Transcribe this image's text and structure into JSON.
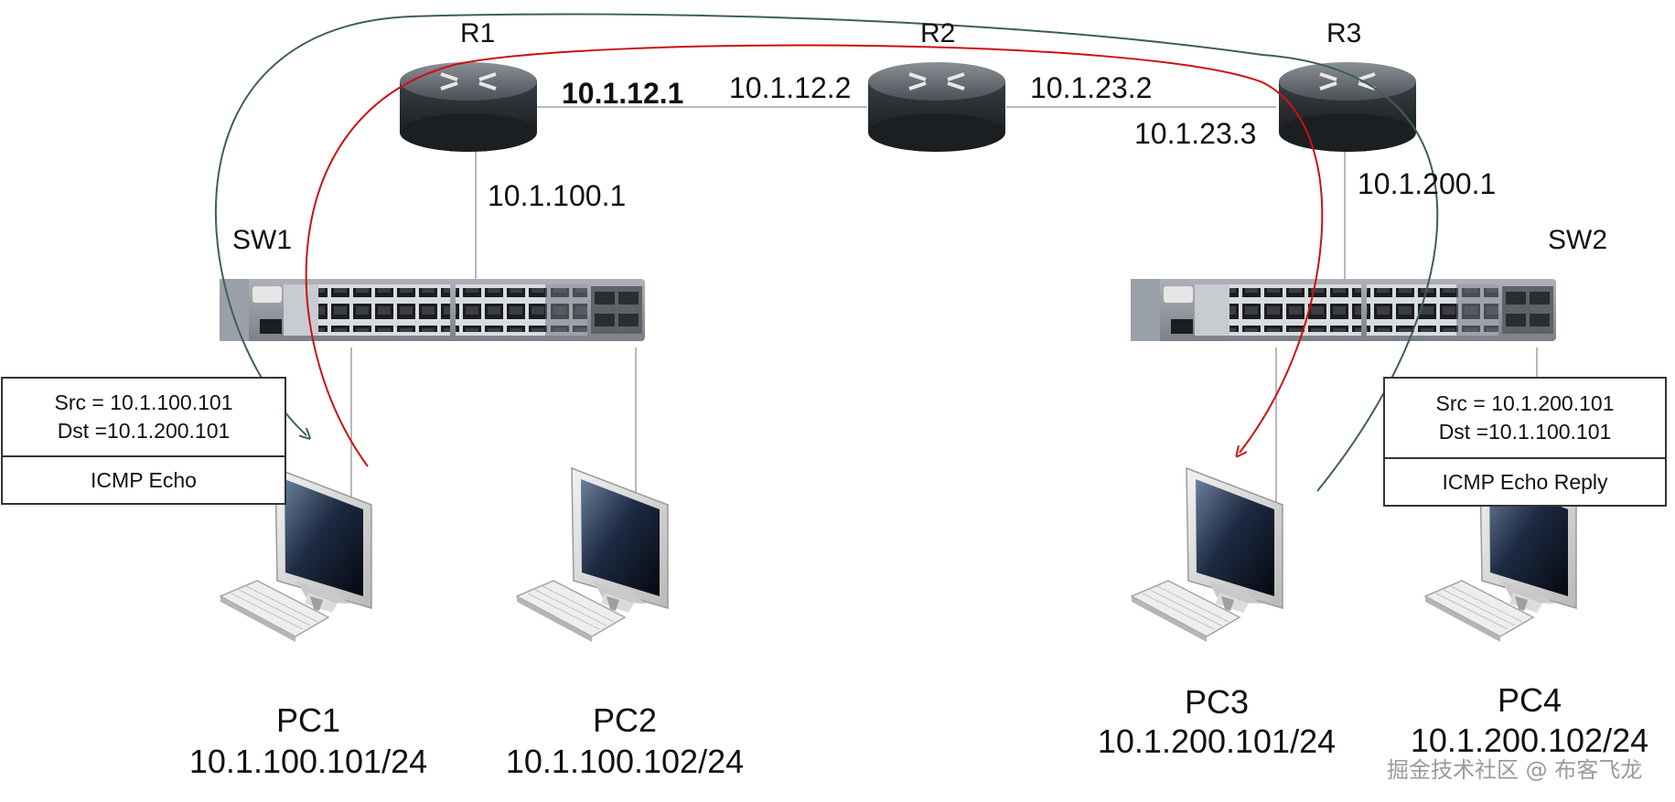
{
  "routers": {
    "r1": {
      "name": "R1",
      "ip_right": "10.1.12.1",
      "ip_down": "10.1.100.1"
    },
    "r2": {
      "name": "R2",
      "ip_left": "10.1.12.2",
      "ip_right": "10.1.23.2"
    },
    "r3": {
      "name": "R3",
      "ip_left": "10.1.23.3",
      "ip_down": "10.1.200.1"
    }
  },
  "switches": {
    "sw1": {
      "name": "SW1"
    },
    "sw2": {
      "name": "SW2"
    }
  },
  "pcs": [
    {
      "name": "PC1",
      "ip": "10.1.100.101/24"
    },
    {
      "name": "PC2",
      "ip": "10.1.100.102/24"
    },
    {
      "name": "PC3",
      "ip": "10.1.200.101/24"
    },
    {
      "name": "PC4",
      "ip": "10.1.200.102/24"
    }
  ],
  "packets": {
    "echo": {
      "src": "Src = 10.1.100.101",
      "dst": "Dst =10.1.200.101",
      "type": "ICMP Echo"
    },
    "reply": {
      "src": "Src = 10.1.200.101",
      "dst": "Dst =10.1.100.101",
      "type": "ICMP Echo Reply"
    }
  },
  "colors": {
    "echo_path": "#cc1111",
    "reply_path": "#3f5f55",
    "link": "#b8b8b8"
  },
  "watermark": "掘金技术社区 @ 布客飞龙"
}
